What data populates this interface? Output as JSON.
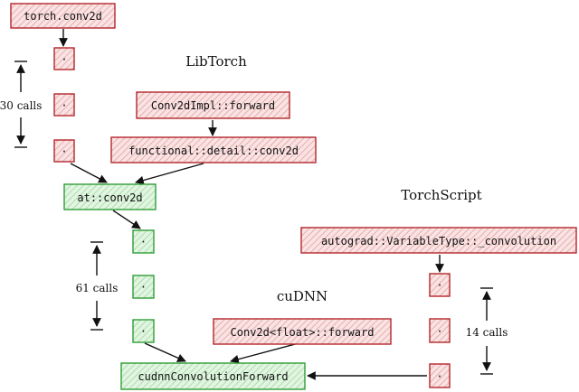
{
  "colors": {
    "red_stroke": "#b3262b",
    "red_fill": "#f6d6d6",
    "green_stroke": "#2f9e35",
    "green_fill": "#d5f0d5"
  },
  "section_labels": {
    "libtorch": "LibTorch",
    "torchscript": "TorchScript",
    "cudnn": "cuDNN"
  },
  "boxes": {
    "torch_conv2d": "torch.conv2d",
    "conv2dimpl_forward": "Conv2dImpl::forward",
    "functional_conv2d": "functional::detail::conv2d",
    "at_conv2d": "at::conv2d",
    "autograd_convolution": "autograd::VariableType::_convolution",
    "conv2d_float_forward": "Conv2d<float>::forward",
    "cudnn_forward": "cudnnConvolutionForward"
  },
  "dot_text": "·",
  "call_counts": {
    "python": "30 calls",
    "aten": "61 calls",
    "torchscript": "14 calls"
  }
}
